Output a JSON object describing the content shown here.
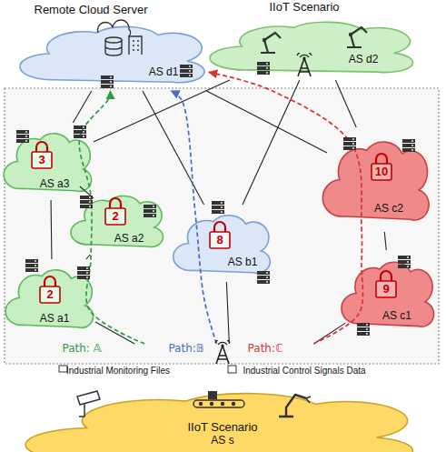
{
  "diagram": {
    "nodes": [
      {
        "text": [
          "Remote Cloud Server",
          "AS d1"
        ]
      },
      {
        "text": [
          "IIoT Scenario",
          "AS d2"
        ]
      },
      {
        "text": [
          "3",
          "AS a3"
        ]
      },
      {
        "text": [
          "2",
          "AS a2"
        ]
      },
      {
        "text": [
          "2",
          "AS a1"
        ]
      },
      {
        "text": [
          "8",
          "AS b1"
        ]
      },
      {
        "text": [
          "10",
          "AS c2"
        ]
      },
      {
        "text": [
          "9",
          "AS c1"
        ]
      },
      {
        "text": [
          "Industrial Monitoring Files",
          "Industrial Control Signals Data",
          "IIoT Scenario",
          "AS s"
        ]
      }
    ],
    "edges": [
      {
        "from": 8,
        "to": 4,
        "arrow": "none"
      },
      {
        "from": 8,
        "to": 5,
        "arrow": "none"
      },
      {
        "from": 8,
        "to": 7,
        "arrow": "none"
      },
      {
        "from": 4,
        "to": 3,
        "arrow": "none"
      },
      {
        "from": 4,
        "to": 2,
        "arrow": "none"
      },
      {
        "from": 3,
        "to": 2,
        "arrow": "none"
      },
      {
        "from": 2,
        "to": 0,
        "arrow": "none"
      },
      {
        "from": 2,
        "to": 1,
        "arrow": "none"
      },
      {
        "from": 5,
        "to": 0,
        "arrow": "none"
      },
      {
        "from": 5,
        "to": 1,
        "arrow": "none"
      },
      {
        "from": 6,
        "to": 0,
        "arrow": "none"
      },
      {
        "from": 6,
        "to": 1,
        "arrow": "none"
      },
      {
        "from": 7,
        "to": 6,
        "arrow": "none"
      },
      {
        "from": 8,
        "to": 0,
        "label": "Path: 𝔸",
        "arrow": "to"
      },
      {
        "from": 8,
        "to": 0,
        "label": "Path:𝔹",
        "arrow": "to"
      },
      {
        "from": 8,
        "to": 0,
        "label": "Path:ℂ",
        "arrow": "to"
      }
    ]
  }
}
